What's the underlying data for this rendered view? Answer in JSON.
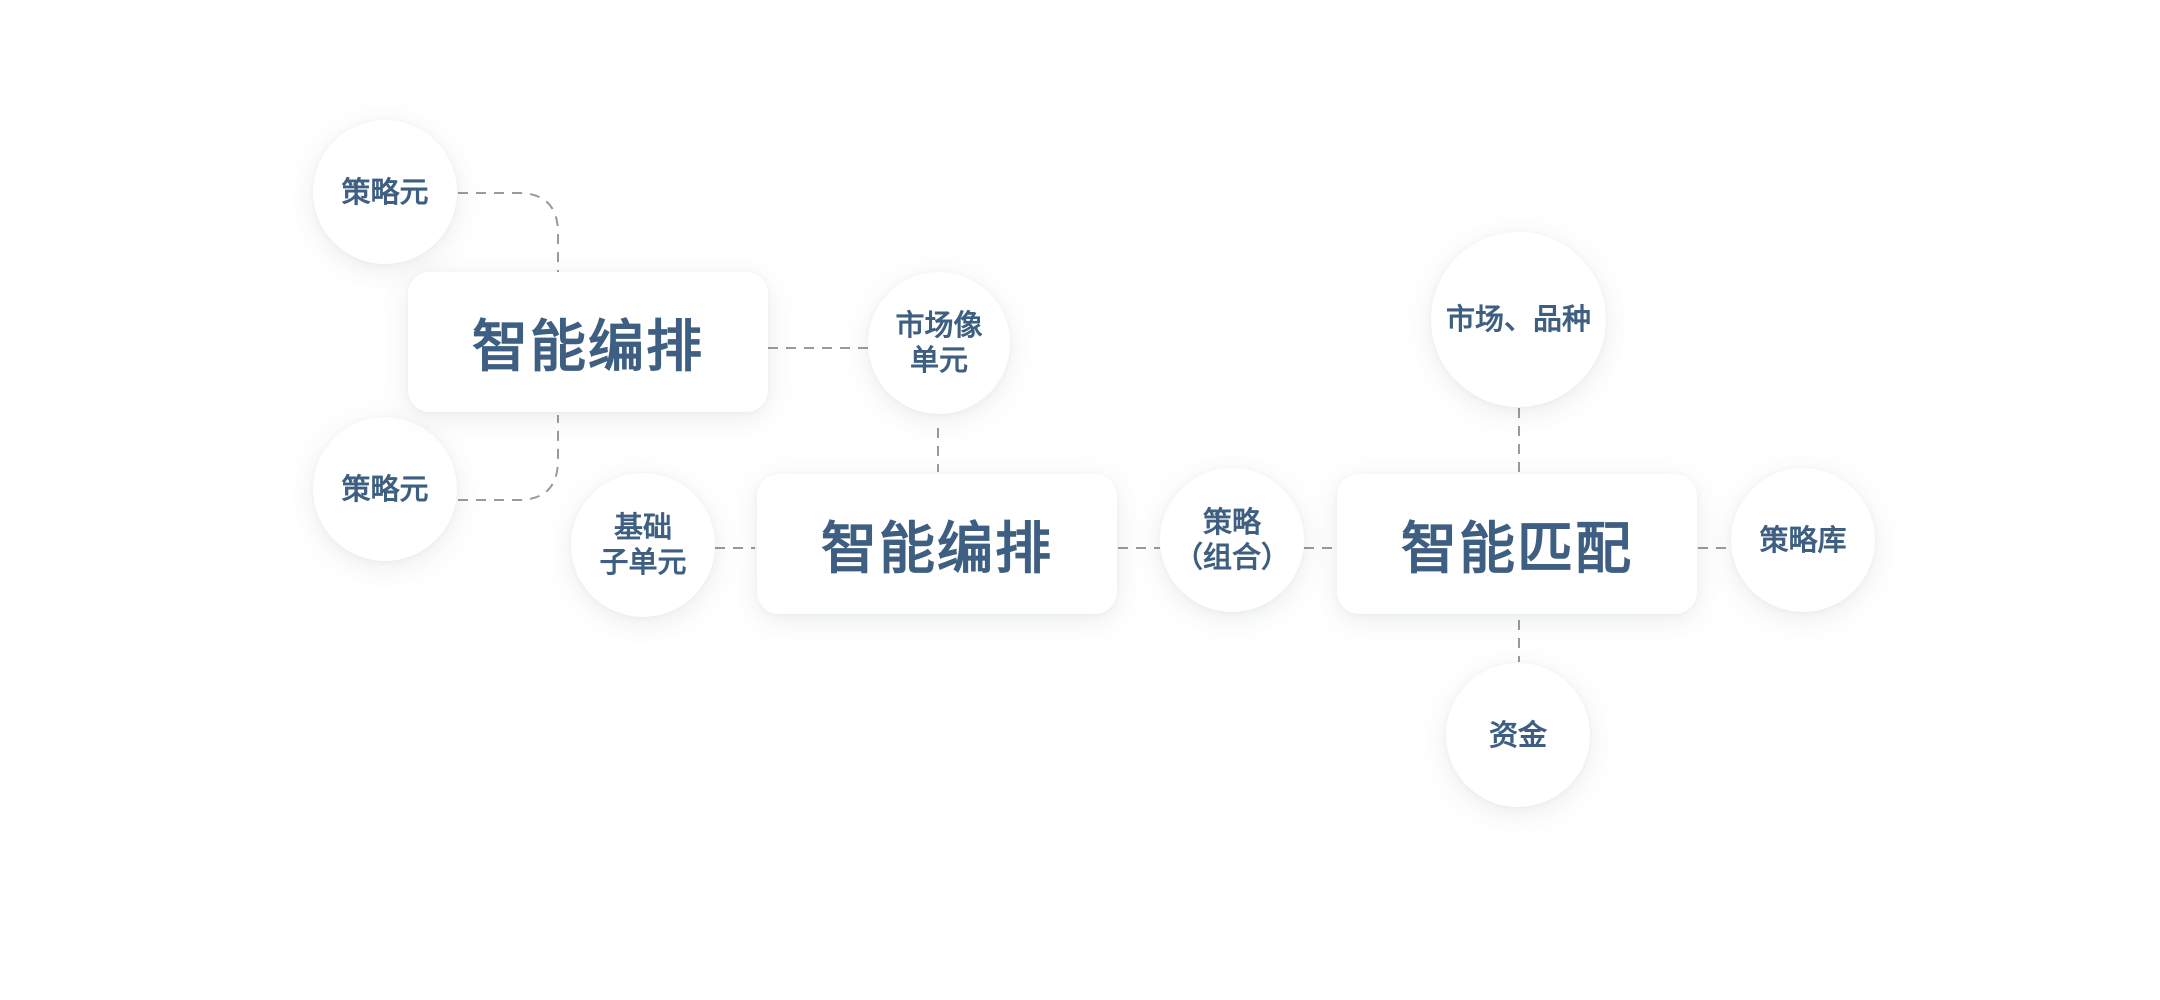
{
  "diagram": {
    "nodes": {
      "strategy_element_top": "策略元",
      "strategy_element_bottom": "策略元",
      "smart_orchestration_upper": "智能编排",
      "market_image_unit": "市场像\n单元",
      "basic_sub_unit": "基础\n子单元",
      "smart_orchestration_main": "智能编排",
      "strategy_combination": "策略\n（组合）",
      "smart_matching": "智能匹配",
      "market_variety": "市场、品种",
      "strategy_library": "策略库",
      "capital": "资金"
    },
    "connections": [
      [
        "strategy_element_top",
        "smart_orchestration_upper"
      ],
      [
        "strategy_element_bottom",
        "smart_orchestration_upper"
      ],
      [
        "smart_orchestration_upper",
        "market_image_unit"
      ],
      [
        "market_image_unit",
        "smart_orchestration_main"
      ],
      [
        "basic_sub_unit",
        "smart_orchestration_main"
      ],
      [
        "smart_orchestration_main",
        "strategy_combination"
      ],
      [
        "strategy_combination",
        "smart_matching"
      ],
      [
        "market_variety",
        "smart_matching"
      ],
      [
        "smart_matching",
        "strategy_library"
      ],
      [
        "smart_matching",
        "capital"
      ]
    ],
    "colors": {
      "text": "#3e5f81",
      "connector": "#9a9a9a",
      "node_fill": "#ffffff"
    }
  }
}
